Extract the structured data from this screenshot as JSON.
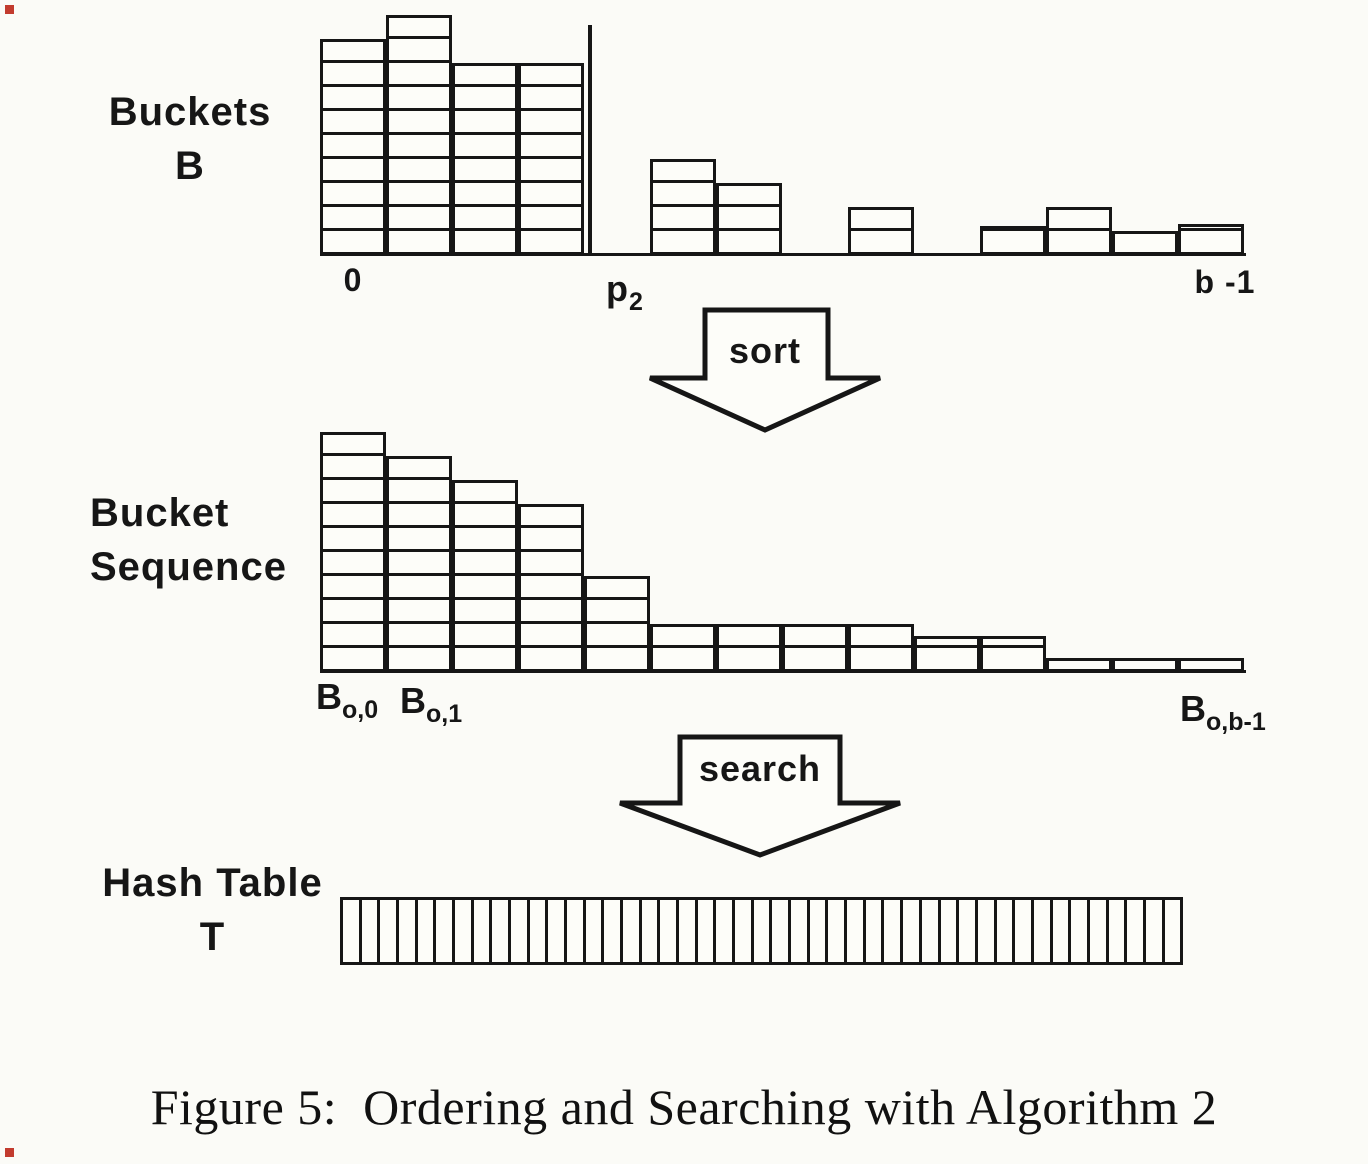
{
  "colors": {
    "ink": "#161616",
    "paper": "#fbfbf7",
    "scan_artifact": "#c23b2e"
  },
  "buckets_chart": {
    "label_line1": "Buckets",
    "label_line2": "B",
    "bars": [
      [
        0,
        9
      ],
      [
        1,
        10
      ],
      [
        2,
        8
      ],
      [
        3,
        8
      ],
      [
        5,
        4
      ],
      [
        6,
        3
      ],
      [
        8,
        2
      ],
      [
        10,
        1.2
      ],
      [
        11,
        2
      ],
      [
        12,
        1
      ],
      [
        13,
        1.3
      ]
    ],
    "axis": {
      "left": "0",
      "mid_base": "p",
      "mid_sub": "2",
      "right": "b -1"
    }
  },
  "sort_arrow": {
    "label": "sort"
  },
  "sequence_chart": {
    "label_line1": "Bucket",
    "label_line2": "Sequence",
    "bars": [
      [
        0,
        10
      ],
      [
        1,
        9
      ],
      [
        2,
        8
      ],
      [
        3,
        7
      ],
      [
        4,
        4
      ],
      [
        5,
        2
      ],
      [
        6,
        2
      ],
      [
        7,
        2
      ],
      [
        8,
        2
      ],
      [
        9,
        1.5
      ],
      [
        10,
        1.5
      ],
      [
        11,
        0.6
      ],
      [
        12,
        0.6
      ],
      [
        13,
        0.6
      ]
    ],
    "labels": [
      {
        "base": "B",
        "sub": "o,0"
      },
      {
        "base": "B",
        "sub": "o,1"
      },
      {
        "base": "B",
        "sub": "o,b-1"
      }
    ]
  },
  "search_arrow": {
    "label": "search"
  },
  "hash_table": {
    "label_line1": "Hash Table",
    "label_line2": "T",
    "cell_count": 45
  },
  "caption": "Figure 5:  Ordering and Searching with Algorithm 2",
  "chart_data": [
    {
      "type": "bar",
      "title": "Buckets B",
      "x_tick_labels": [
        "0",
        "p2",
        "b -1"
      ],
      "bar_slots": [
        0,
        1,
        2,
        3,
        5,
        6,
        8,
        10,
        11,
        12,
        13
      ],
      "bar_heights_cells": [
        9,
        10,
        8,
        8,
        4,
        3,
        2,
        1.2,
        2,
        1,
        1.3
      ],
      "note": "heights measured in stacked record cells; vertical partition line at p2"
    },
    {
      "type": "bar",
      "title": "Bucket Sequence (sorted descending)",
      "x_tick_labels": [
        "Bo,0",
        "Bo,1",
        "Bo,b-1"
      ],
      "bar_slots": [
        0,
        1,
        2,
        3,
        4,
        5,
        6,
        7,
        8,
        9,
        10,
        11,
        12,
        13
      ],
      "bar_heights_cells": [
        10,
        9,
        8,
        7,
        4,
        2,
        2,
        2,
        2,
        1.5,
        1.5,
        0.6,
        0.6,
        0.6
      ]
    }
  ]
}
